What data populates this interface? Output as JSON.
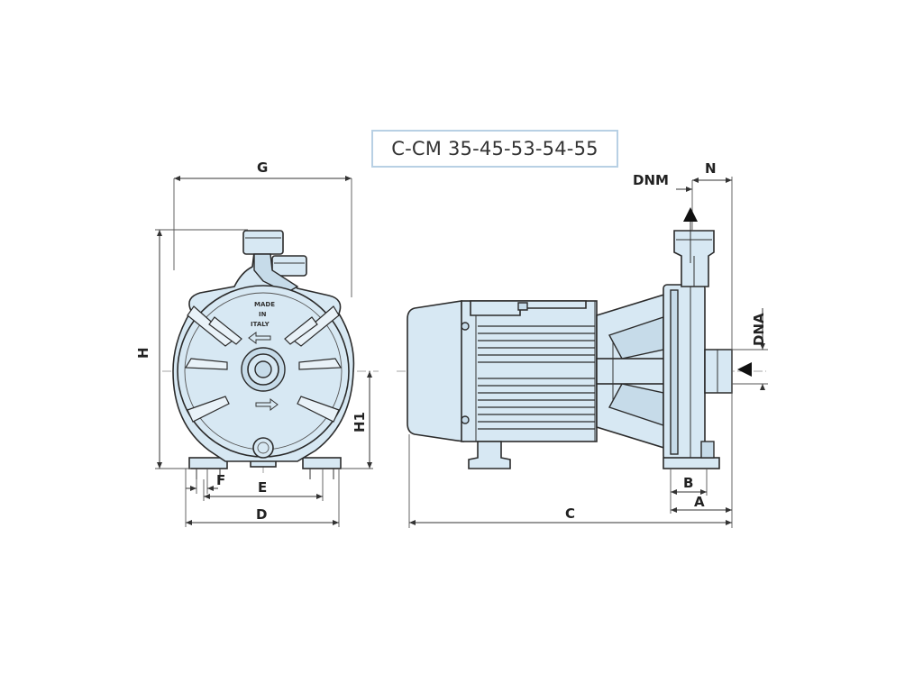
{
  "title": "C-CM 35-45-53-54-55",
  "embossed_text": [
    "MADE",
    "IN",
    "ITALY"
  ],
  "dimensions": {
    "G": "G",
    "H": "H",
    "H1": "H1",
    "D": "D",
    "E": "E",
    "F": "F",
    "C": "C",
    "A": "A",
    "B": "B",
    "N": "N",
    "DNM": "DNM",
    "DNA": "DNA"
  },
  "colors": {
    "body_fill": "#d7e8f3",
    "outline": "#2b2b2b",
    "title_border": "#b8d0e4"
  }
}
